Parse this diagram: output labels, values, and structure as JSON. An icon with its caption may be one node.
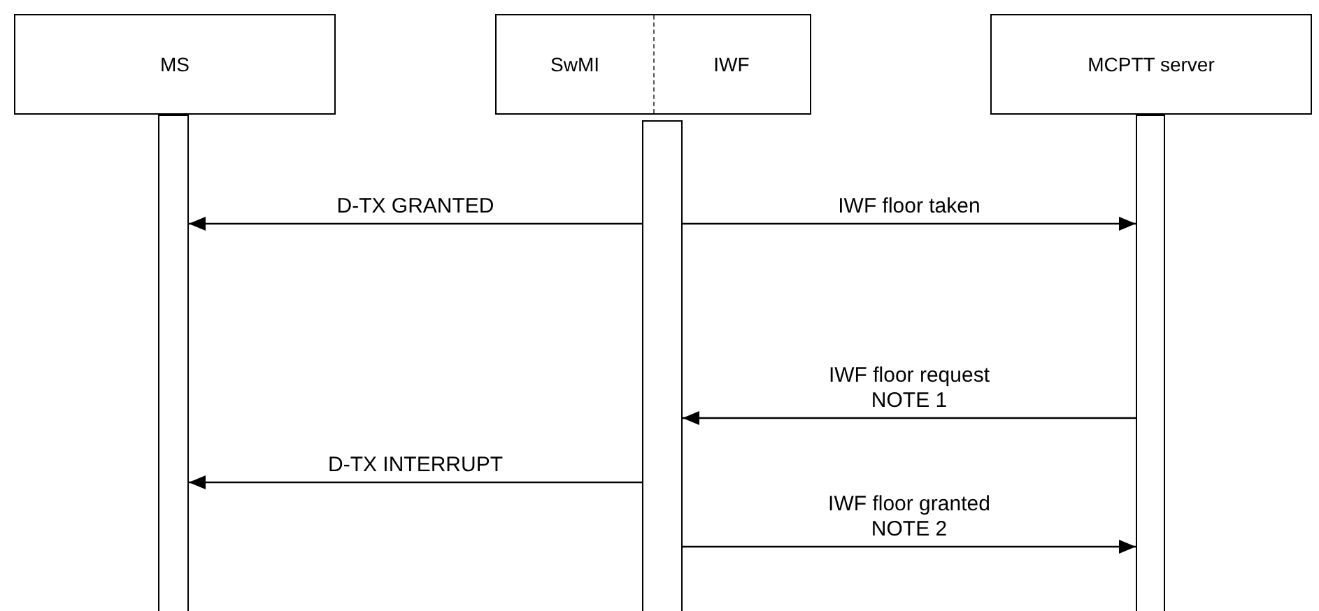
{
  "diagram": {
    "nodes": [
      {
        "text": [
          "MS"
        ]
      },
      {
        "text": [
          "SwMI",
          "IWF"
        ]
      },
      {
        "text": [
          "MCPTT server"
        ]
      },
      {
        "text": [],
        "shape": "bar"
      },
      {
        "text": [],
        "shape": "bar"
      },
      {
        "text": [],
        "shape": "bar"
      }
    ],
    "edges": [
      {
        "from": 4,
        "to": 3,
        "arrow": "to",
        "label": "D-TX GRANTED"
      },
      {
        "from": 4,
        "to": 5,
        "arrow": "to",
        "label": "IWF floor taken"
      },
      {
        "from": 5,
        "to": 4,
        "arrow": "to",
        "label": "IWF floor request NOTE 1"
      },
      {
        "from": 4,
        "to": 3,
        "arrow": "to",
        "label": "D-TX INTERRUPT"
      },
      {
        "from": 4,
        "to": 5,
        "arrow": "to",
        "label": "IWF floor granted NOTE 2"
      }
    ]
  }
}
